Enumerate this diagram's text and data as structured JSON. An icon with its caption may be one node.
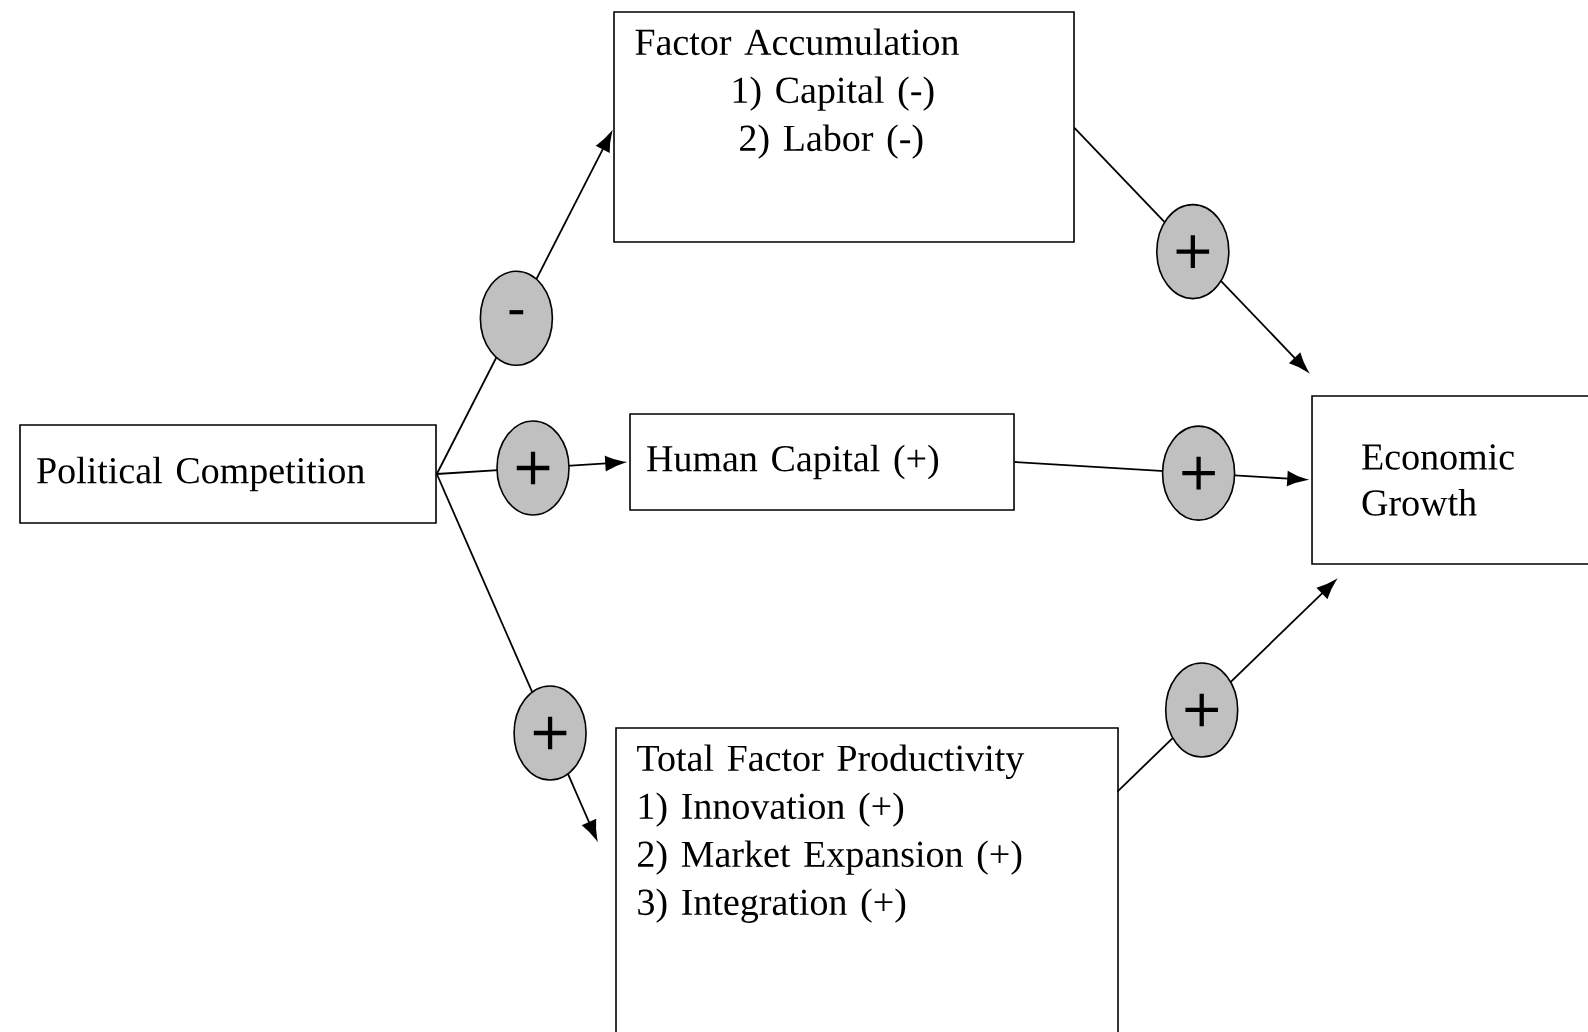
{
  "diagram": {
    "nodes": [
      {
        "text": [
          "Political Competition"
        ]
      },
      {
        "text": [
          "Factor Accumulation",
          "1) Capital (-)",
          "2) Labor (-)"
        ]
      },
      {
        "text": [
          "Human Capital (+)"
        ]
      },
      {
        "text": [
          "Economic Growth"
        ]
      },
      {
        "text": [
          "Total Factor Productivity",
          "1) Innovation (+)",
          "2) Market Expansion (+)",
          "3) Integration (+)"
        ]
      }
    ],
    "edges": [
      {
        "from": 0,
        "to": 1,
        "arrow": "to",
        "label": "-"
      },
      {
        "from": 0,
        "to": 2,
        "arrow": "to",
        "label": "+"
      },
      {
        "from": 0,
        "to": 4,
        "arrow": "to",
        "label": "+"
      },
      {
        "from": 1,
        "to": 3,
        "arrow": "to",
        "label": "+"
      },
      {
        "from": 2,
        "to": 3,
        "arrow": "to",
        "label": "+"
      },
      {
        "from": 4,
        "to": 3,
        "arrow": "to",
        "label": "+"
      }
    ]
  }
}
